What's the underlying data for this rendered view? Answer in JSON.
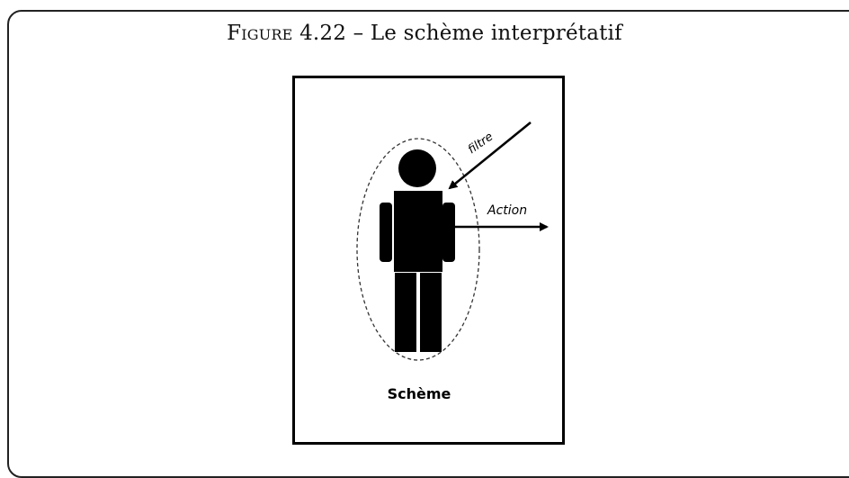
{
  "caption": {
    "prefix": "Figure 4.22",
    "separator": " – ",
    "text": "Le schème interprétatif"
  },
  "diagram": {
    "filter_label": "filtre",
    "action_label": "Action",
    "schema_label": "Schème"
  }
}
